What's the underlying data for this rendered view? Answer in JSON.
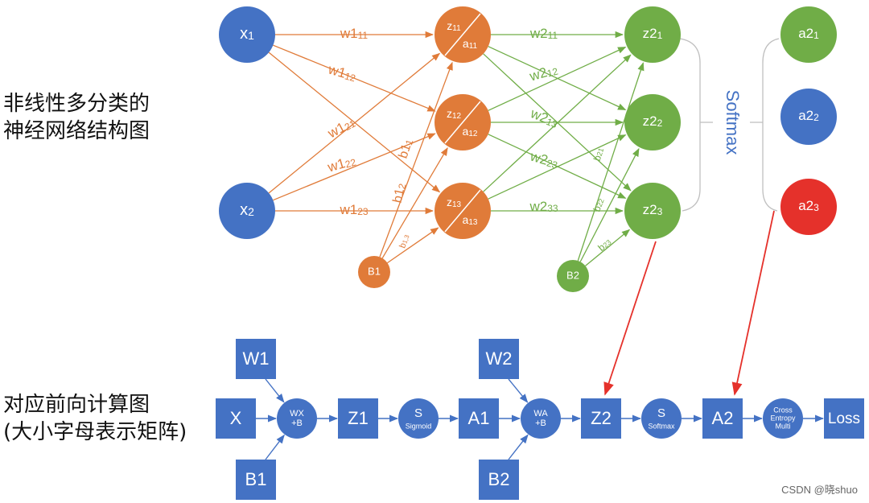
{
  "titles": {
    "network": [
      "非线性多分类的",
      "神经网络结构图"
    ],
    "graph": [
      "对应前向计算图",
      "(大小字母表示矩阵)"
    ]
  },
  "colors": {
    "blue": "#4472c4",
    "orange": "#e07b39",
    "green": "#70ad47",
    "red": "#e5312b",
    "white": "#ffffff",
    "gray": "#bfbfbf",
    "softmax_text": "#4472c4"
  },
  "softmax_label": "Softmax",
  "network": {
    "inputs": [
      {
        "id": "x1",
        "base": "x",
        "sub": "1"
      },
      {
        "id": "x2",
        "base": "x",
        "sub": "2"
      }
    ],
    "hidden": [
      {
        "id": "h1",
        "z": {
          "base": "z",
          "sub": "11"
        },
        "a": {
          "base": "a",
          "sub": "11"
        }
      },
      {
        "id": "h2",
        "z": {
          "base": "z",
          "sub": "12"
        },
        "a": {
          "base": "a",
          "sub": "12"
        }
      },
      {
        "id": "h3",
        "z": {
          "base": "z",
          "sub": "13"
        },
        "a": {
          "base": "a",
          "sub": "13"
        }
      }
    ],
    "outputs_z": [
      {
        "id": "z21",
        "base": "z2",
        "sub": "1"
      },
      {
        "id": "z22",
        "base": "z2",
        "sub": "2"
      },
      {
        "id": "z23",
        "base": "z2",
        "sub": "3"
      }
    ],
    "outputs_a": [
      {
        "id": "a21",
        "base": "a2",
        "sub": "1",
        "color": "green"
      },
      {
        "id": "a22",
        "base": "a2",
        "sub": "2",
        "color": "blue"
      },
      {
        "id": "a23",
        "base": "a2",
        "sub": "3",
        "color": "red"
      }
    ],
    "biases": [
      {
        "id": "B1",
        "label": "B1"
      },
      {
        "id": "B2",
        "label": "B2"
      }
    ],
    "weight_labels_1": [
      {
        "base": "w1",
        "sub": "11"
      },
      {
        "base": "w1",
        "sub": "12"
      },
      {
        "base": "w1",
        "sub": "21"
      },
      {
        "base": "w1",
        "sub": "22"
      },
      {
        "base": "w1",
        "sub": "23"
      }
    ],
    "bias_labels_1": [
      {
        "base": "b1",
        "sub": "1"
      },
      {
        "base": "b1",
        "sub": "2"
      },
      {
        "base": "b",
        "sub": "1,3"
      }
    ],
    "weight_labels_2": [
      {
        "base": "w2",
        "sub": "11"
      },
      {
        "base": "w2",
        "sub": "12"
      },
      {
        "base": "w2",
        "sub": "13"
      },
      {
        "base": "w2",
        "sub": "23"
      },
      {
        "base": "w2",
        "sub": "33"
      }
    ],
    "bias_labels_2": [
      {
        "base": "b",
        "sub": "21"
      },
      {
        "base": "b",
        "sub": "22"
      },
      {
        "base": "b",
        "sub": "23"
      }
    ]
  },
  "graph": {
    "boxes": [
      {
        "id": "W1",
        "label": "W1"
      },
      {
        "id": "X",
        "label": "X"
      },
      {
        "id": "B1",
        "label": "B1"
      },
      {
        "id": "Z1",
        "label": "Z1"
      },
      {
        "id": "A1",
        "label": "A1"
      },
      {
        "id": "W2",
        "label": "W2"
      },
      {
        "id": "B2",
        "label": "B2"
      },
      {
        "id": "Z2",
        "label": "Z2"
      },
      {
        "id": "A2",
        "label": "A2"
      },
      {
        "id": "Loss",
        "label": "Loss"
      }
    ],
    "ops": [
      {
        "id": "op1",
        "lines": [
          "WX",
          "+B"
        ]
      },
      {
        "id": "op2",
        "top": "S",
        "bottom": "Sigmoid"
      },
      {
        "id": "op3",
        "lines": [
          "WA",
          "+B"
        ]
      },
      {
        "id": "op4",
        "top": "S",
        "bottom": "Softmax"
      },
      {
        "id": "op5",
        "lines": [
          "Cross",
          "Entropy",
          "Multi"
        ]
      }
    ]
  },
  "watermark": "CSDN @晓shuo"
}
